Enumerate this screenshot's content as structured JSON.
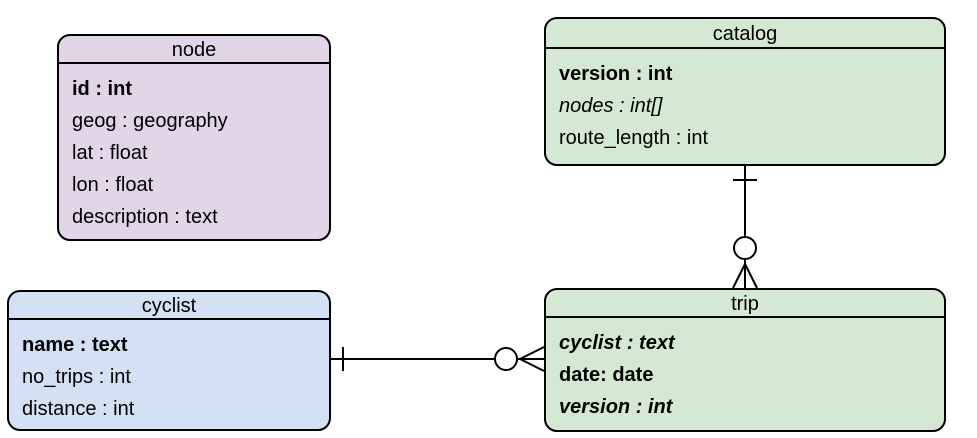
{
  "entities": {
    "node": {
      "title": "node",
      "attributes": [
        {
          "text": "id : int",
          "style": "bold"
        },
        {
          "text": "geog : geography",
          "style": "normal"
        },
        {
          "text": "lat : float",
          "style": "normal"
        },
        {
          "text": "lon : float",
          "style": "normal"
        },
        {
          "text": "description : text",
          "style": "normal"
        }
      ],
      "fill": "#e1d5e7"
    },
    "catalog": {
      "title": "catalog",
      "attributes": [
        {
          "text": "version : int",
          "style": "bold"
        },
        {
          "text": "nodes : int[]",
          "style": "italic"
        },
        {
          "text": "route_length : int",
          "style": "normal"
        }
      ],
      "fill": "#d5e8d4"
    },
    "cyclist": {
      "title": "cyclist",
      "attributes": [
        {
          "text": "name : text",
          "style": "bold"
        },
        {
          "text": "no_trips : int",
          "style": "normal"
        },
        {
          "text": "distance : int",
          "style": "normal"
        }
      ],
      "fill": "#d4e1f4"
    },
    "trip": {
      "title": "trip",
      "attributes": [
        {
          "text": "cyclist : text",
          "style": "bold-italic"
        },
        {
          "text": "date: date",
          "style": "bold"
        },
        {
          "text": "version : int",
          "style": "bold-italic"
        }
      ],
      "fill": "#d5e8d4"
    }
  },
  "relationships": [
    {
      "from": "catalog",
      "to": "trip",
      "from_cardinality": "one",
      "to_cardinality": "zero-or-many"
    },
    {
      "from": "cyclist",
      "to": "trip",
      "from_cardinality": "one",
      "to_cardinality": "zero-or-many"
    }
  ]
}
